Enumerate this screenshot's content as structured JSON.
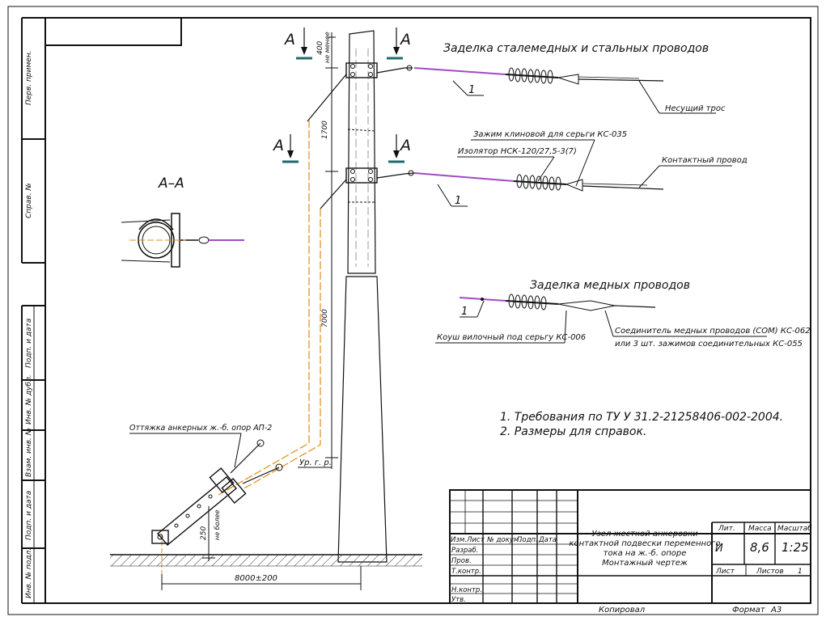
{
  "section_cut": {
    "label": "А–А",
    "marker": "А"
  },
  "titles": {
    "steel_copper": "Заделка сталемедных и стальных проводов",
    "copper": "Заделка медных проводов"
  },
  "callouts": {
    "messenger": "Несущий трос",
    "wedge_clamp": "Зажим клиновой для серьги КС-035",
    "insulator": "Изолятор НСК-120/27,5-3(7)",
    "contact_wire": "Контактный провод",
    "thimble": "Коуш вилочный под серьгу КС-006",
    "connector_1": "Соединитель медных проводов (СОМ) КС-062",
    "connector_2": "или 3 шт. зажимов соединительных КС-055",
    "guy": "Оттяжка анкерных ж.-б. опор АП-2",
    "item_no": "1"
  },
  "dimensions": {
    "d400": "400",
    "not_less": "не менее",
    "d1700": "1700",
    "d7000": "7000",
    "ground_level": "Ур. г. р.",
    "d250": "250",
    "not_more": "не более",
    "d_base": "8000±200"
  },
  "notes": {
    "n1": "1. Требования по ТУ У 31.2-21258406-002-2004.",
    "n2": "2. Размеры для справок."
  },
  "side_stamps": [
    "Перв. примен.",
    "Справ. №",
    "Подп. и дата",
    "Инв. № дубл.",
    "Взам. инв. №",
    "Подп. и дата",
    "Инв. № подл."
  ],
  "title_block": {
    "hdr": [
      "Изм.",
      "Лист",
      "№ докум.",
      "Подп.",
      "Дата"
    ],
    "rows": [
      "Разраб.",
      "Пров.",
      "Т.контр.",
      "Н.контр.",
      "Утв."
    ],
    "name_1": "Узел жесткой анкеровки",
    "name_2": "контактной подвески переменного",
    "name_3": "тока на ж.-б. опоре",
    "name_4": "Монтажный чертеж",
    "lit": "Лит.",
    "mass": "Масса",
    "scale": "Масштаб",
    "lit_val": "И",
    "mass_val": "8,6",
    "scale_val": "1:25",
    "sheet": "Лист",
    "sheets": "Листов",
    "sheets_val": "1"
  },
  "footer": {
    "copied": "Копировал",
    "format": "Формат",
    "format_val": "А3"
  }
}
